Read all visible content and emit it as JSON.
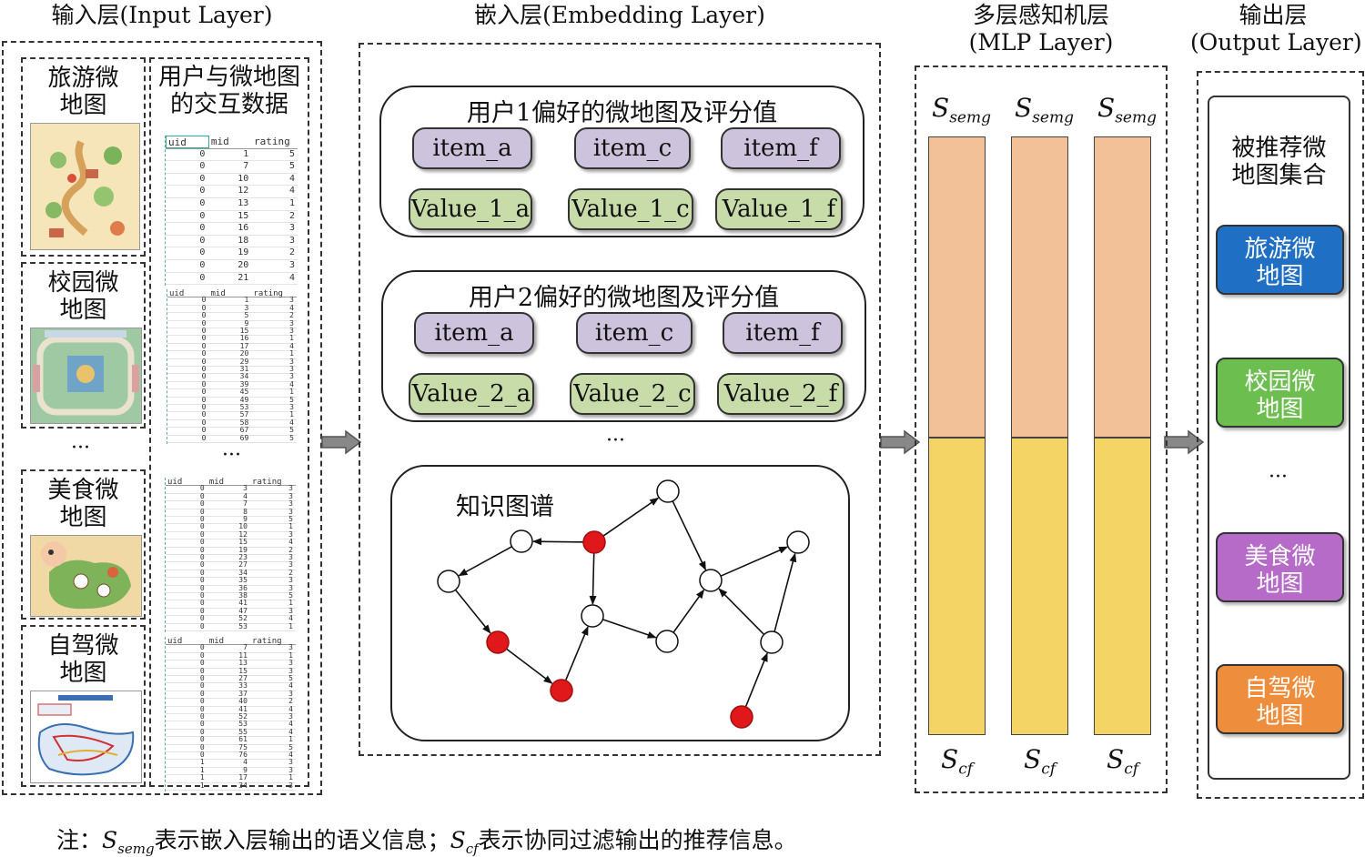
{
  "sections": {
    "input": "输入层(Input Layer)",
    "embedding": "嵌入层(Embedding Layer)",
    "mlp": [
      "多层感知机层",
      "(MLP Layer)"
    ],
    "output": [
      "输出层",
      "(Output Layer)"
    ]
  },
  "input": {
    "maps": [
      {
        "line1": "旅游微",
        "line2": "地图"
      },
      {
        "line1": "校园微",
        "line2": "地图"
      },
      {
        "line1": "美食微",
        "line2": "地图"
      },
      {
        "line1": "自驾微",
        "line2": "地图"
      }
    ],
    "maps_ellipsis": "···",
    "data_title": [
      "用户与微地图",
      "的交互数据"
    ],
    "table_ellipsis": "···",
    "table_headers": [
      "uid",
      "mid",
      "rating"
    ],
    "tables": [
      [
        [
          0,
          1,
          5
        ],
        [
          0,
          7,
          5
        ],
        [
          0,
          10,
          4
        ],
        [
          0,
          12,
          4
        ],
        [
          0,
          13,
          1
        ],
        [
          0,
          15,
          2
        ],
        [
          0,
          16,
          3
        ],
        [
          0,
          18,
          3
        ],
        [
          0,
          19,
          2
        ],
        [
          0,
          20,
          3
        ],
        [
          0,
          21,
          4
        ]
      ],
      [
        [
          0,
          1,
          3
        ],
        [
          0,
          3,
          4
        ],
        [
          0,
          5,
          2
        ],
        [
          0,
          9,
          3
        ],
        [
          0,
          15,
          3
        ],
        [
          0,
          16,
          1
        ],
        [
          0,
          17,
          4
        ],
        [
          0,
          20,
          1
        ],
        [
          0,
          29,
          3
        ],
        [
          0,
          31,
          3
        ],
        [
          0,
          34,
          3
        ],
        [
          0,
          39,
          4
        ],
        [
          0,
          45,
          1
        ],
        [
          0,
          49,
          5
        ],
        [
          0,
          53,
          3
        ],
        [
          0,
          57,
          1
        ],
        [
          0,
          58,
          4
        ],
        [
          0,
          67,
          5
        ],
        [
          0,
          69,
          5
        ]
      ],
      [
        [
          0,
          3,
          3
        ],
        [
          0,
          4,
          3
        ],
        [
          0,
          7,
          3
        ],
        [
          0,
          8,
          3
        ],
        [
          0,
          9,
          5
        ],
        [
          0,
          10,
          1
        ],
        [
          0,
          12,
          3
        ],
        [
          0,
          15,
          4
        ],
        [
          0,
          19,
          2
        ],
        [
          0,
          23,
          3
        ],
        [
          0,
          27,
          3
        ],
        [
          0,
          34,
          2
        ],
        [
          0,
          35,
          3
        ],
        [
          0,
          36,
          3
        ],
        [
          0,
          38,
          5
        ],
        [
          0,
          41,
          1
        ],
        [
          0,
          47,
          3
        ],
        [
          0,
          52,
          4
        ],
        [
          0,
          53,
          1
        ]
      ],
      [
        [
          0,
          7,
          3
        ],
        [
          0,
          11,
          1
        ],
        [
          0,
          13,
          3
        ],
        [
          0,
          15,
          3
        ],
        [
          0,
          27,
          5
        ],
        [
          0,
          33,
          4
        ],
        [
          0,
          37,
          3
        ],
        [
          0,
          40,
          2
        ],
        [
          0,
          41,
          4
        ],
        [
          0,
          52,
          3
        ],
        [
          0,
          53,
          4
        ],
        [
          0,
          55,
          4
        ],
        [
          0,
          61,
          1
        ],
        [
          0,
          75,
          5
        ],
        [
          0,
          76,
          4
        ],
        [
          1,
          4,
          3
        ],
        [
          1,
          9,
          3
        ],
        [
          1,
          17,
          1
        ],
        [
          1,
          34,
          3
        ]
      ]
    ]
  },
  "embedding": {
    "user1": {
      "title": "用户1偏好的微地图及评分值",
      "items": [
        "item_a",
        "item_c",
        "item_f"
      ],
      "values": [
        "Value_1_a",
        "Value_1_c",
        "Value_1_f"
      ]
    },
    "user2": {
      "title": "用户2偏好的微地图及评分值",
      "items": [
        "item_a",
        "item_c",
        "item_f"
      ],
      "values": [
        "Value_2_a",
        "Value_2_c",
        "Value_2_f"
      ]
    },
    "ellipsis": "···",
    "kg_title": "知识图谱",
    "kg_nodes": [
      "white",
      "white",
      "red",
      "white",
      "white",
      "red",
      "white",
      "white",
      "red",
      "white",
      "white",
      "red"
    ]
  },
  "mlp": {
    "top_symbol": "S",
    "top_sub": "semg",
    "bottom_symbol": "S",
    "bottom_sub": "cf",
    "colors": {
      "top": "#f2c197",
      "bottom": "#f5d466"
    }
  },
  "output": {
    "title": [
      "被推荐微",
      "地图集合"
    ],
    "boxes": [
      {
        "line1": "旅游微",
        "line2": "地图",
        "color": "#1f6fc5"
      },
      {
        "line1": "校园微",
        "line2": "地图",
        "color": "#6cbf4f"
      },
      {
        "line1": "美食微",
        "line2": "地图",
        "color": "#b56bc7"
      },
      {
        "line1": "自驾微",
        "line2": "地图",
        "color": "#ee8d3c"
      }
    ],
    "ellipsis": "···"
  },
  "note": {
    "prefix": "注：",
    "s1": "S",
    "s1_sub": "semg",
    "t1": "表示嵌入层输出的语义信息；",
    "s2": "S",
    "s2_sub": "cf",
    "t2": "表示协同过滤输出的推荐信息。"
  }
}
